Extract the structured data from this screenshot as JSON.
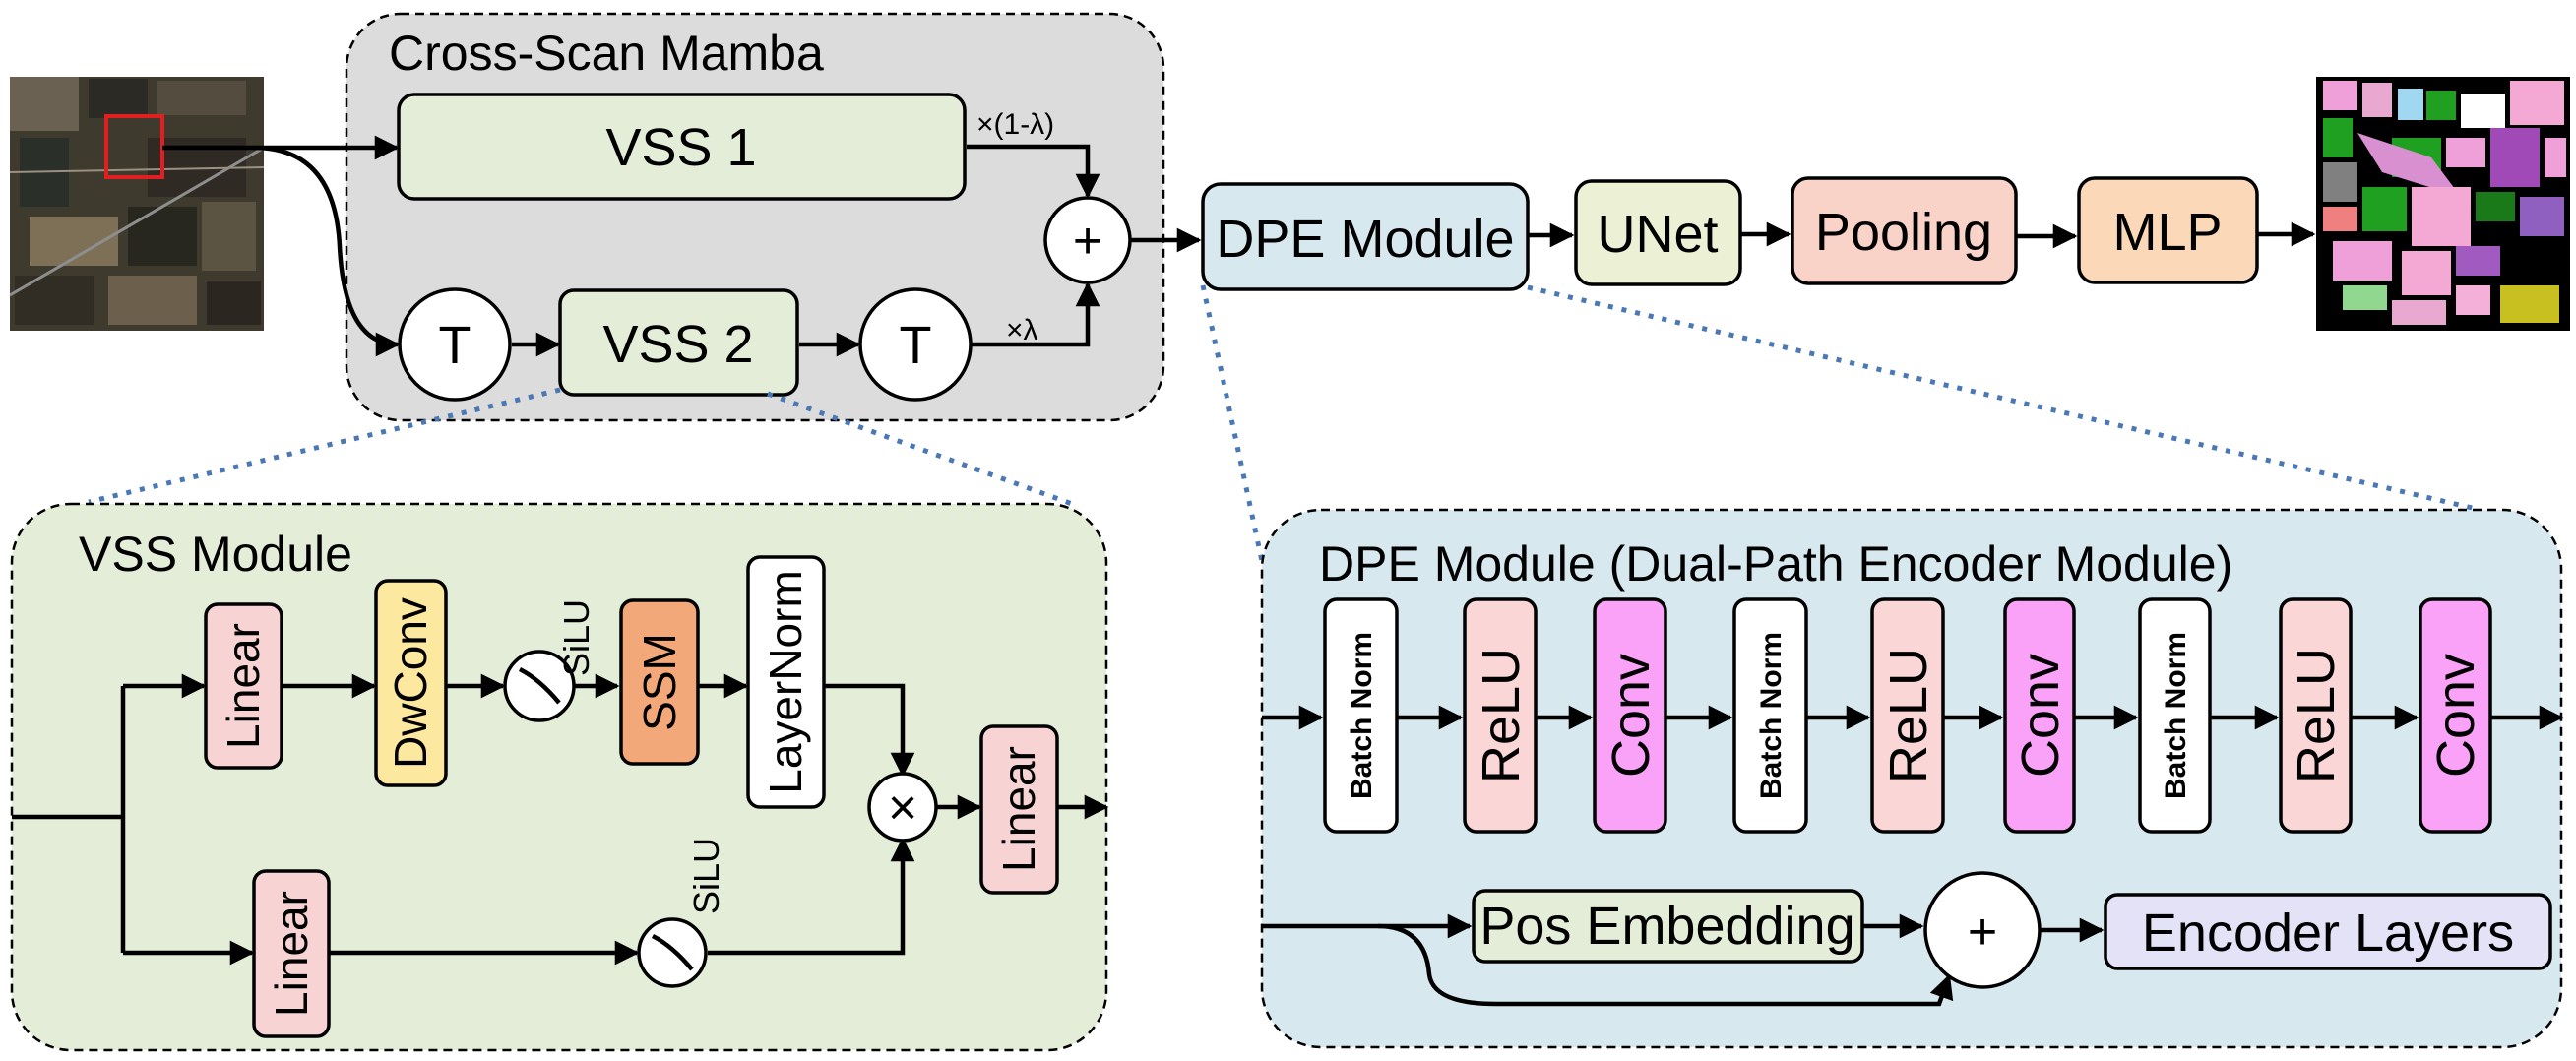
{
  "cross_scan": {
    "title": "Cross-Scan Mamba",
    "vss1": "VSS 1",
    "vss2": "VSS 2",
    "transpose_a": "T",
    "transpose_b": "T",
    "weight_top": "×(1-λ)",
    "weight_bottom": "×λ",
    "sum_symbol": "+"
  },
  "pipeline": {
    "dpe": "DPE Module",
    "unet": "UNet",
    "pooling": "Pooling",
    "mlp": "MLP"
  },
  "vss_module": {
    "title": "VSS Module",
    "linear_top": "Linear",
    "dwconv": "DwConv",
    "silu_top": "SiLU",
    "ssm": "SSM",
    "layernorm": "LayerNorm",
    "linear_bottom": "Linear",
    "silu_bottom": "SiLU",
    "multiply_symbol": "×",
    "linear_out": "Linear"
  },
  "dpe_module": {
    "title": "DPE Module (Dual-Path Encoder Module)",
    "blocks": [
      "Batch Norm",
      "ReLU",
      "Conv",
      "Batch Norm",
      "ReLU",
      "Conv",
      "Batch Norm",
      "ReLU",
      "Conv"
    ],
    "pos_embedding": "Pos Embedding",
    "sum_symbol": "+",
    "encoder_layers": "Encoder Layers"
  },
  "colors": {
    "cross_scan_bg": "#dcdcdc",
    "vss_bg": "#e3edd8",
    "dpe_bg": "#d7e8ee",
    "linear": "#f7d3d4",
    "dwconv": "#fde8a0",
    "ssm": "#f3a87a",
    "relu": "#fad6d6",
    "conv": "#f9a2f7",
    "unet": "#ecf0d4",
    "pooling": "#f9d3c8",
    "mlp": "#fad8b8",
    "encoder": "#e3e2f7"
  }
}
